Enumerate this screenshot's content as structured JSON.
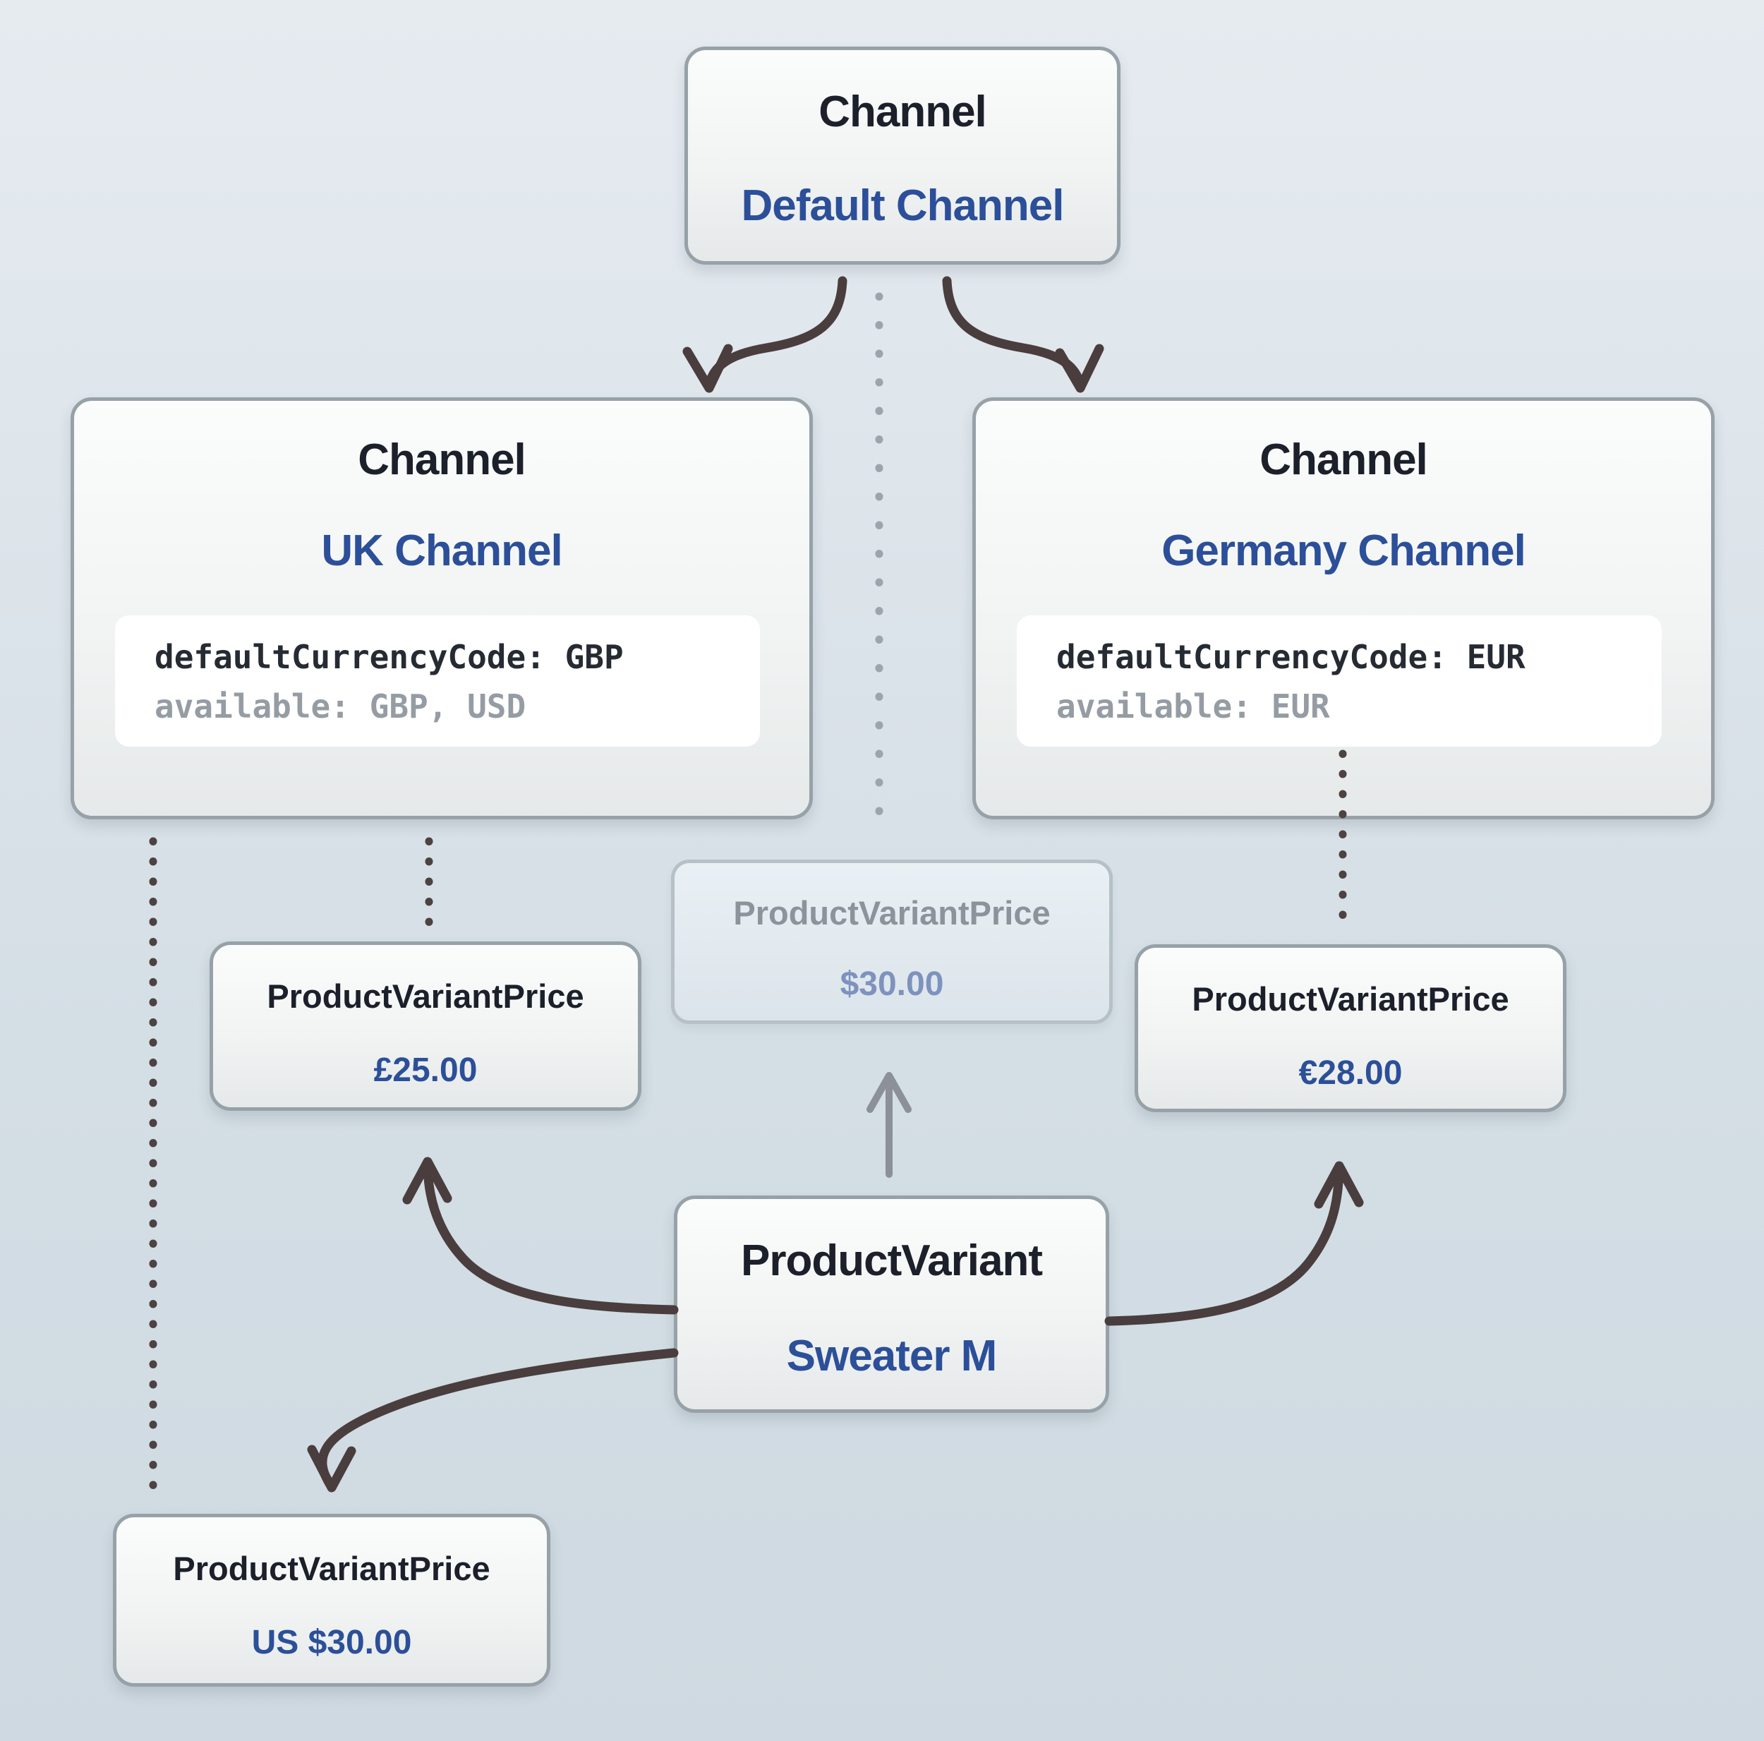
{
  "nodes": {
    "default_channel": {
      "entity": "Channel",
      "name": "Default Channel"
    },
    "uk_channel": {
      "entity": "Channel",
      "name": "UK Channel",
      "code": [
        "defaultCurrencyCode: GBP",
        "available: GBP, USD"
      ]
    },
    "germany_channel": {
      "entity": "Channel",
      "name": "Germany Channel",
      "code": [
        "defaultCurrencyCode: EUR",
        "available: EUR"
      ]
    },
    "default_price": {
      "entity": "ProductVariantPrice",
      "value": "$30.00"
    },
    "uk_price": {
      "entity": "ProductVariantPrice",
      "value": "£25.00"
    },
    "germany_price": {
      "entity": "ProductVariantPrice",
      "value": "€28.00"
    },
    "product_variant": {
      "entity": "ProductVariant",
      "name": "Sweater M"
    },
    "us_price": {
      "entity": "ProductVariantPrice",
      "value": "US $30.00"
    }
  },
  "colors": {
    "background_top": "#e6ebf0",
    "background_bottom": "#cfd9e1",
    "node_border": "#97a1a8",
    "faded_node_border": "#b6c0c7",
    "entity_text": "#1b202a",
    "record_name_blue": "#2c4f99",
    "code_text": "#262b33",
    "code_muted_text": "#969ca3",
    "arrow_dark": "#4a3d3d",
    "arrow_gray": "#8b9196",
    "dotted_dark": "#4c4242",
    "dotted_light": "#9ba5ac",
    "faded_entity_text": "#8b949b",
    "faded_value_text": "#7e92be"
  }
}
